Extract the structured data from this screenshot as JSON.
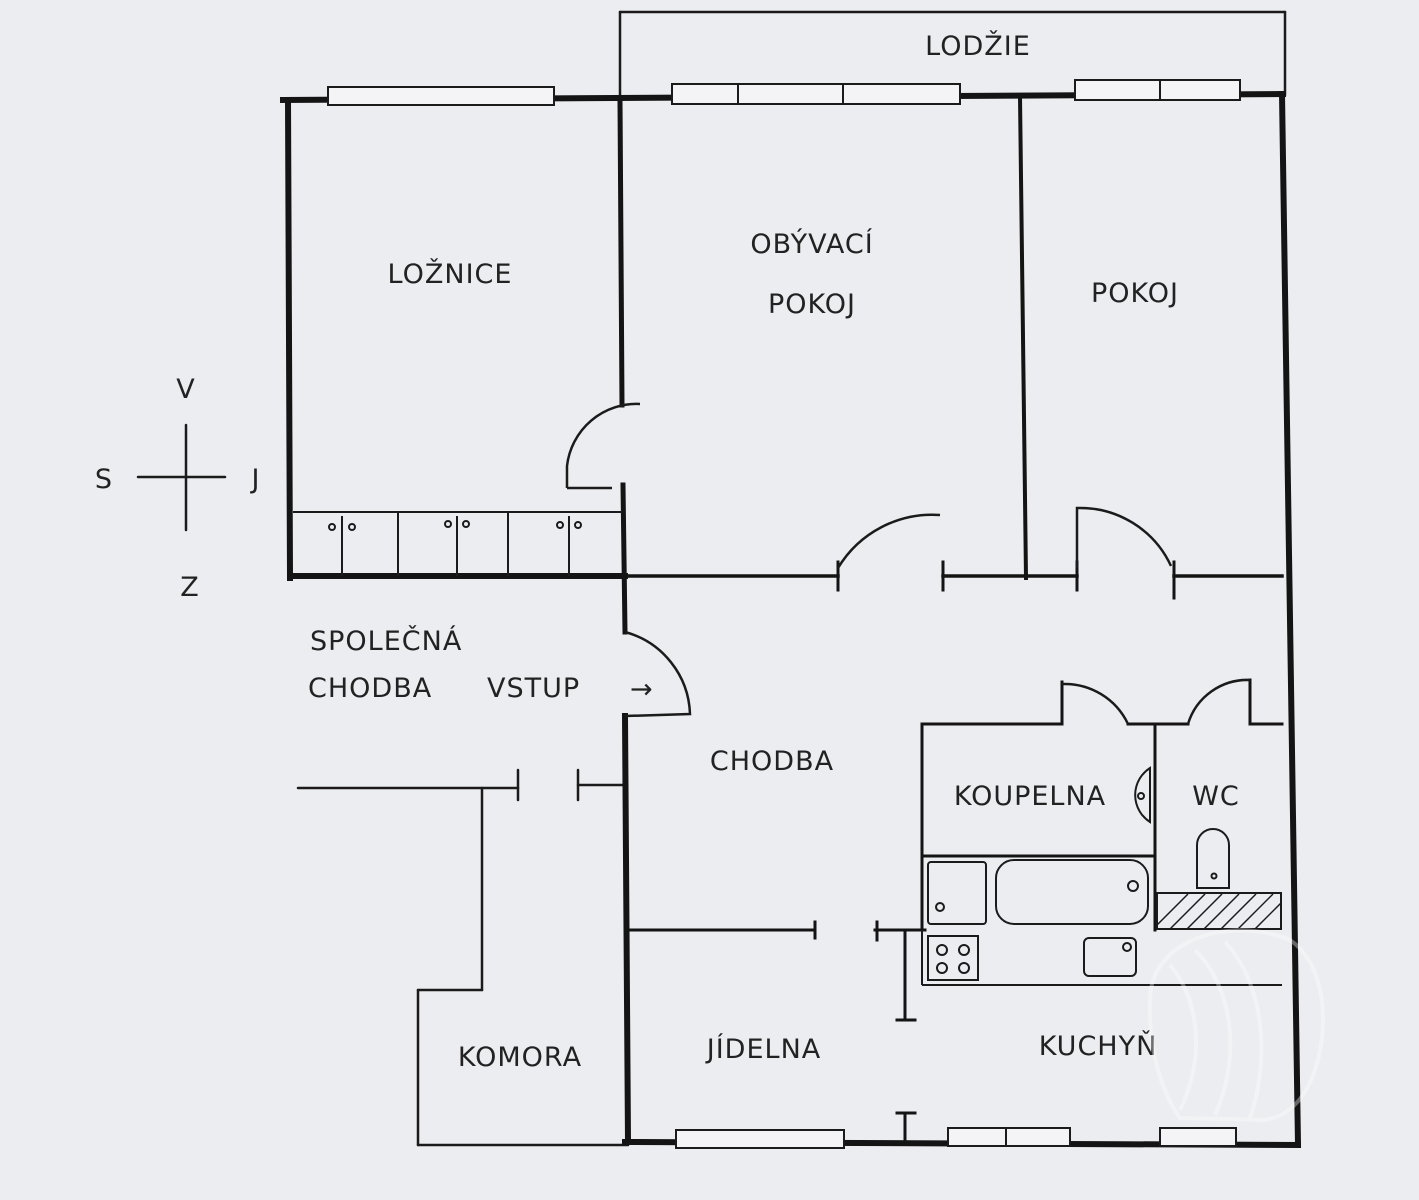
{
  "rooms": {
    "lodzie": "LODŽIE",
    "loznice": "LOŽNICE",
    "obyvaci": "OBÝVACÍ",
    "pokoj_sub": "POKOJ",
    "pokoj": "POKOJ",
    "spolecna": "SPOLEČNÁ",
    "chodba_vstup": "CHODBA",
    "vstup": "VSTUP",
    "chodba": "CHODBA",
    "koupelna": "KOUPELNA",
    "wc": "WC",
    "komora": "KOMORA",
    "jidelna": "JÍDELNA",
    "kuchyn": "KUCHYŇ"
  },
  "compass": {
    "north": "V",
    "south": "Z",
    "west": "S",
    "east": "J"
  },
  "arrow": "→",
  "colors": {
    "paper": "#ecedf1",
    "ink": "#141414",
    "window_fill": "#f4f4f6"
  }
}
